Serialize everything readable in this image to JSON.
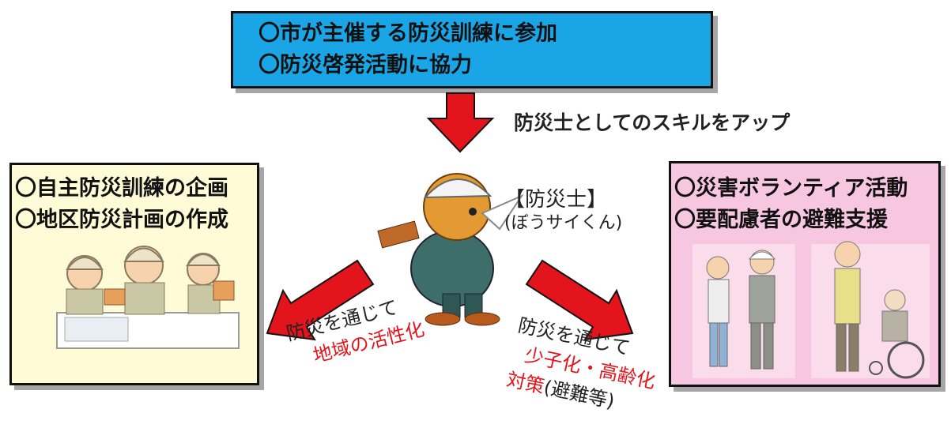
{
  "top_box": {
    "lines": [
      "〇市が主催する防災訓練に参加",
      "〇防災啓発活動に協力"
    ]
  },
  "left_box": {
    "lines": [
      "〇自主防災訓練の企画",
      "〇地区防災計画の作成"
    ]
  },
  "right_box": {
    "lines": [
      "〇災害ボランティア活動",
      "〇要配慮者の避難支援"
    ]
  },
  "skill_caption": "防災士としてのスキルをアップ",
  "mascot": {
    "title": "【防災士】",
    "name": "(ぼうサイくん)"
  },
  "left_arrow_caption": {
    "line1": "防災を通じて",
    "line2": "地域の活性化"
  },
  "right_arrow_caption": {
    "line1": "防災を通じて",
    "line2": "少子化・高齢化",
    "line3_red": "対策",
    "line3_rest": "(避難等)"
  },
  "colors": {
    "top_box": "#1aa6e6",
    "left_box": "#fffbd6",
    "right_box": "#f7c6e0",
    "arrow": "#e3141b",
    "highlight_text": "#e3141b"
  }
}
